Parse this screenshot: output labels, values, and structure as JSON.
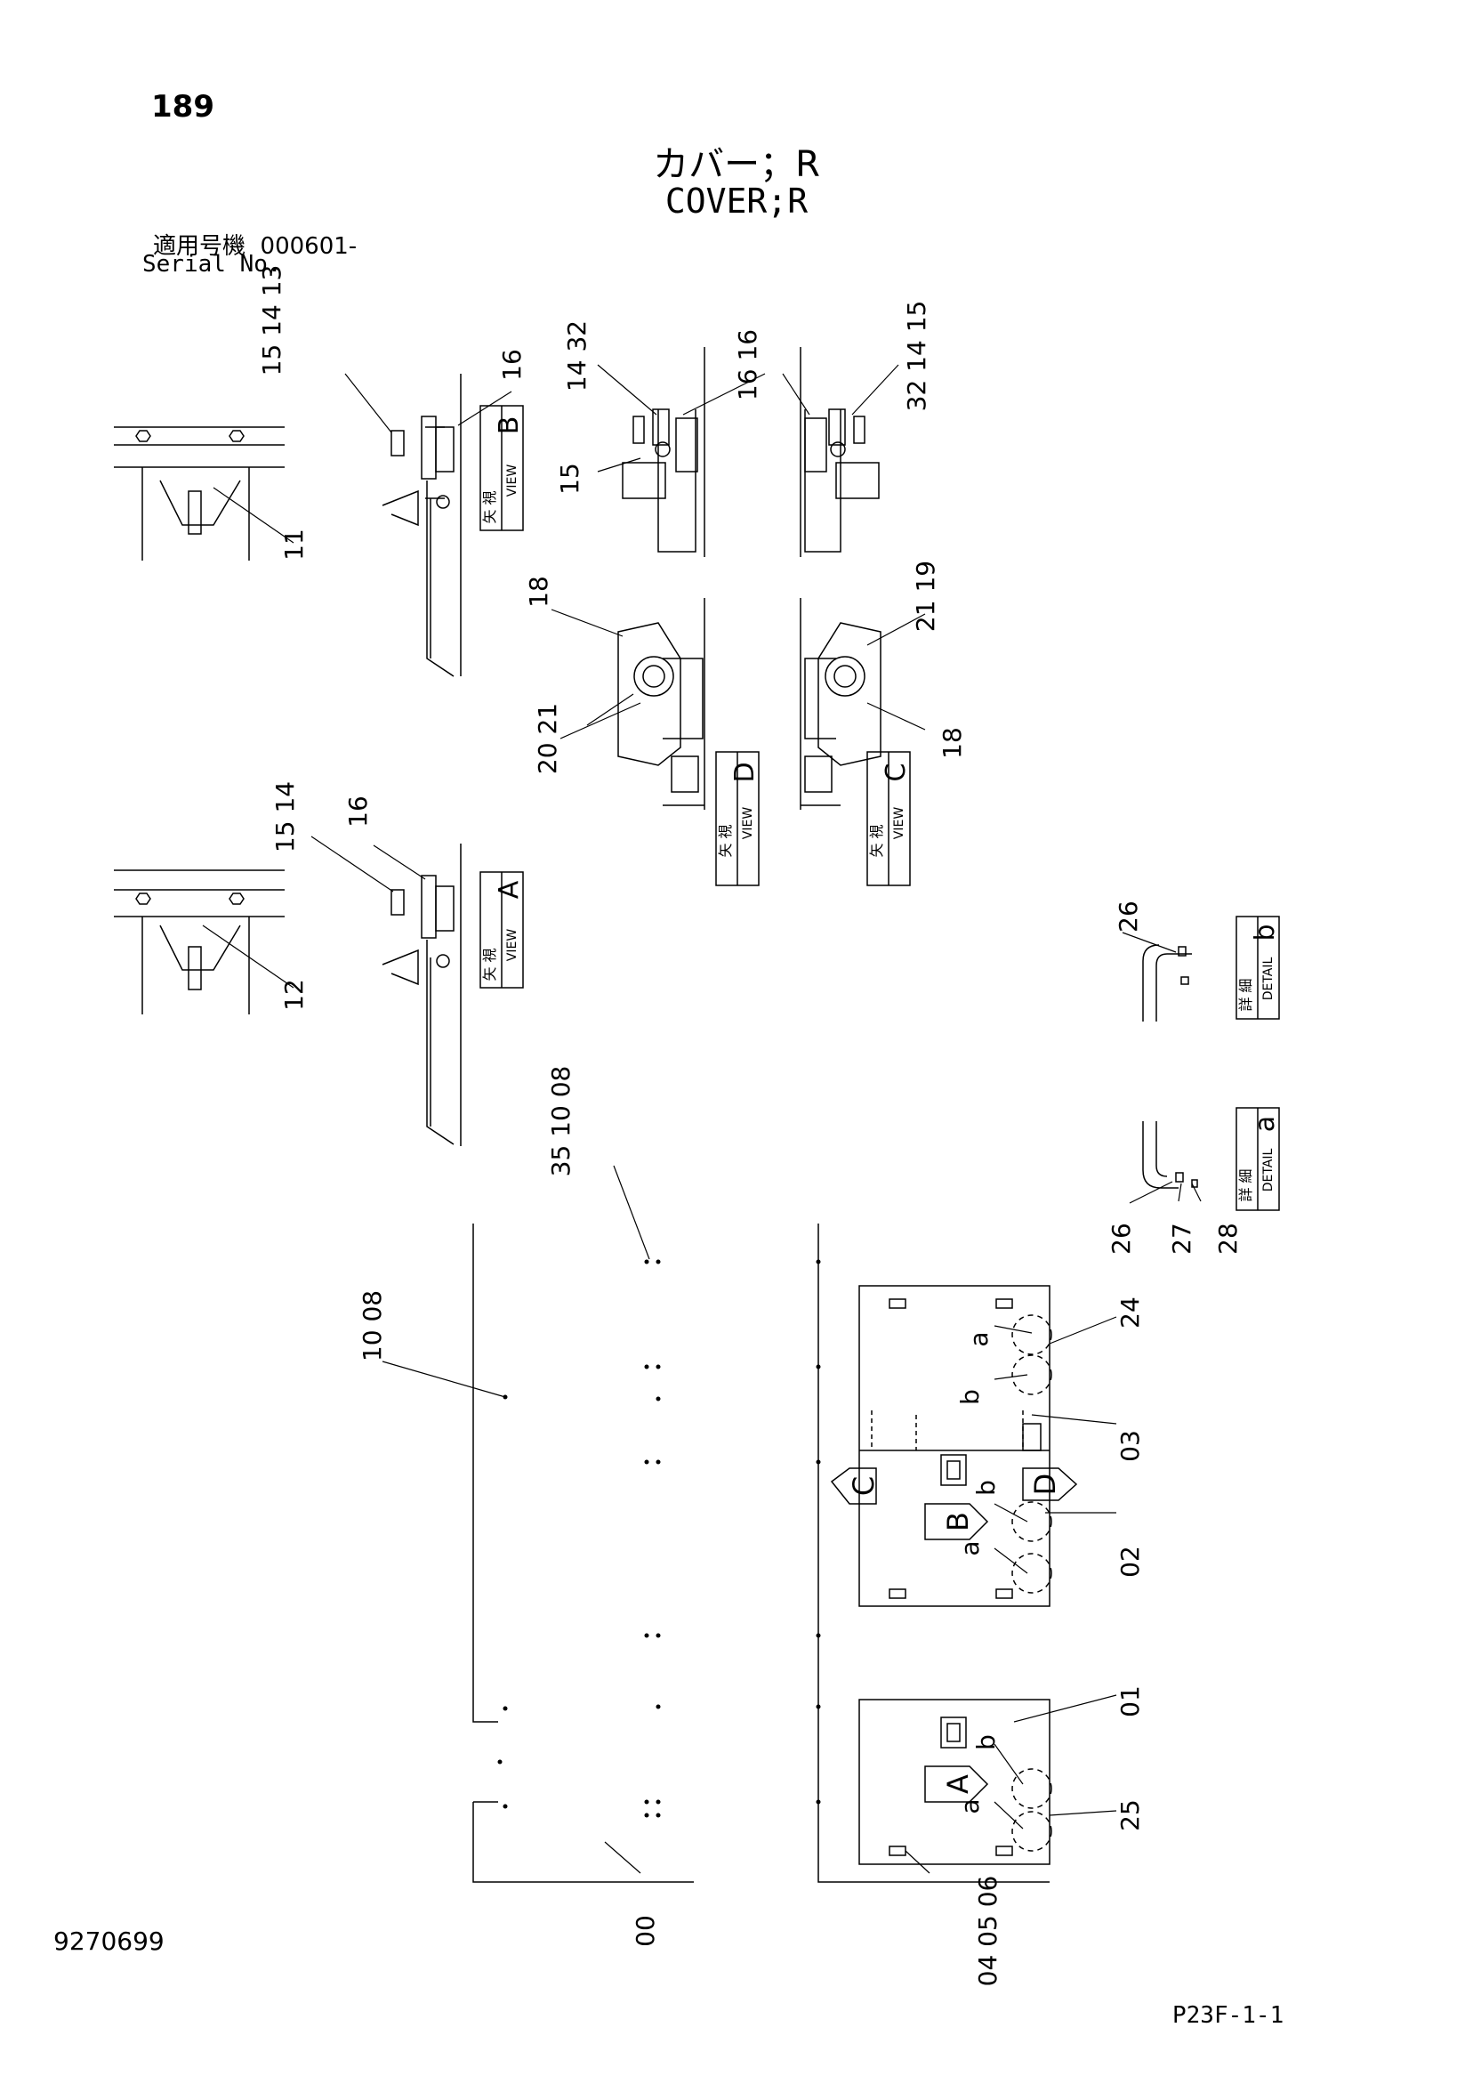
{
  "header": {
    "page_number": "189",
    "title_jp": "カバー；R",
    "title_en": "COVER;R",
    "serial_label_jp": "適用号機",
    "serial_value": "000601-",
    "serial_label_en": "Serial No."
  },
  "footer": {
    "document_number": "9270699",
    "figure_code": "P23F-1-1"
  },
  "views": {
    "view_b": {
      "jp": "矢 視",
      "en": "VIEW",
      "letter": "B"
    },
    "view_a": {
      "jp": "矢 視",
      "en": "VIEW",
      "letter": "A"
    },
    "view_d": {
      "jp": "矢 視",
      "en": "VIEW",
      "letter": "D"
    },
    "view_c": {
      "jp": "矢 視",
      "en": "VIEW",
      "letter": "C"
    },
    "detail_b": {
      "jp": "詳 細",
      "en": "DETAIL",
      "letter": "b"
    },
    "detail_a": {
      "jp": "詳 細",
      "en": "DETAIL",
      "letter": "a"
    }
  },
  "callouts": {
    "c_15_14_13": "15 14 13",
    "c_16_b": "16",
    "c_11": "11",
    "c_14_32_l": "14 32",
    "c_15_l": "15",
    "c_16_16": "16 16",
    "c_32_14_15_r": "32 14 15",
    "c_18_l": "18",
    "c_20_21": "20 21",
    "c_21_19": "21 19",
    "c_18_r": "18",
    "c_15_14_a": "15 14",
    "c_16_a": "16",
    "c_12": "12",
    "c_26_b": "26",
    "c_26_a": "26",
    "c_27": "27",
    "c_28": "28",
    "c_35_10_08": "35 10 08",
    "c_10_08": "10 08",
    "c_24": "24",
    "c_03": "03",
    "c_02": "02",
    "c_01": "01",
    "c_25": "25",
    "c_00": "00",
    "c_04_05_06": "04 05 06"
  },
  "markers": {
    "a": "a",
    "b": "b",
    "A": "A",
    "B": "B",
    "C": "C",
    "D": "D"
  }
}
